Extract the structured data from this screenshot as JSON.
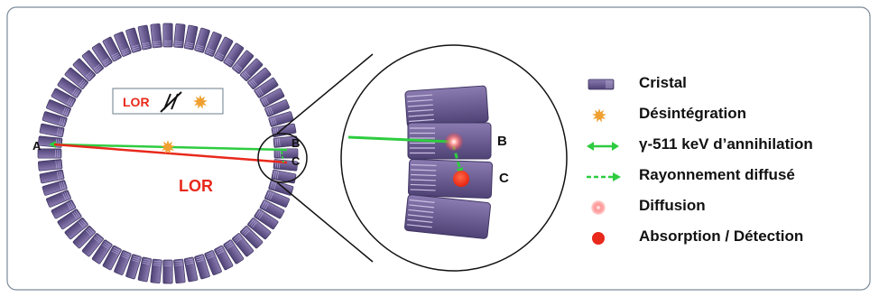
{
  "colors": {
    "crystal": "#5d4f86",
    "crystal_light": "#8a7bb0",
    "lor_red": "#e8291c",
    "gamma_green": "#2ecc40",
    "burst_orange": "#f0a030"
  },
  "ring": {
    "point_a": "A",
    "point_b": "B",
    "point_c": "C",
    "lor_label": "LOR"
  },
  "inset_box": {
    "lor_text": "LOR"
  },
  "zoom": {
    "point_b": "B",
    "point_c": "C"
  },
  "legend": {
    "items": [
      {
        "icon": "crystal-icon",
        "label": "Cristal"
      },
      {
        "icon": "burst-icon",
        "label": "Désintégration"
      },
      {
        "icon": "double-arrow-icon",
        "label": "γ-511 keV d’annihilation"
      },
      {
        "icon": "dashed-arrow-icon",
        "label": "Rayonnement diffusé"
      },
      {
        "icon": "diffusion-dot-icon",
        "label": "Diffusion"
      },
      {
        "icon": "absorption-dot-icon",
        "label": "Absorption / Détection"
      }
    ]
  }
}
